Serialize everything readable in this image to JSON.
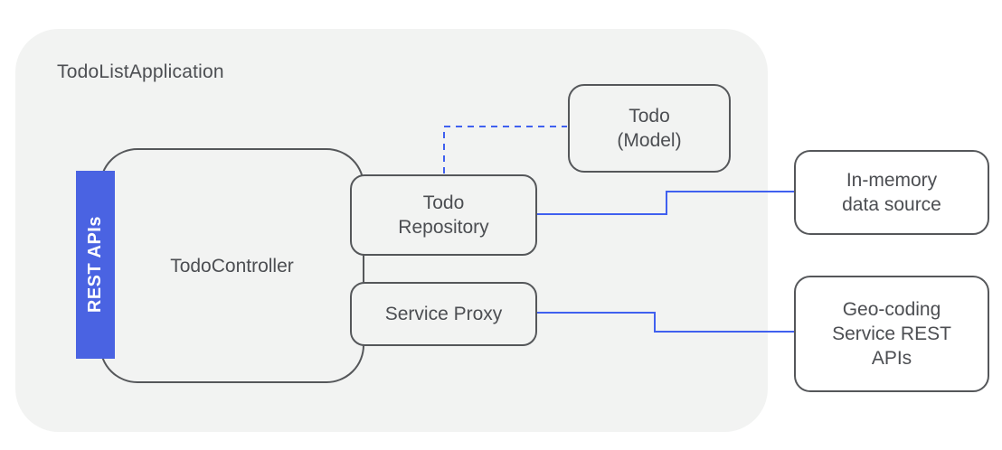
{
  "title": "TodoListApplication",
  "colors": {
    "container_bg": "#f2f3f2",
    "border_gray": "#55575a",
    "text_color": "#4c4e52",
    "accent_blue": "#4a63e2",
    "connector_blue": "#4060ef"
  },
  "nodes": {
    "rest_apis": {
      "label": "REST APIs"
    },
    "controller": {
      "label": "TodoController"
    },
    "repository": {
      "label": "Todo\nRepository"
    },
    "model": {
      "label": "Todo\n(Model)"
    },
    "service_proxy": {
      "label": "Service Proxy"
    },
    "in_memory": {
      "label": "In-memory\ndata source"
    },
    "geocoding": {
      "label": "Geo-coding\nService REST\nAPIs"
    }
  },
  "connections": [
    {
      "from": "repository",
      "to": "in_memory",
      "style": "solid"
    },
    {
      "from": "service_proxy",
      "to": "geocoding",
      "style": "solid"
    },
    {
      "from": "repository",
      "to": "model",
      "style": "dashed"
    }
  ]
}
